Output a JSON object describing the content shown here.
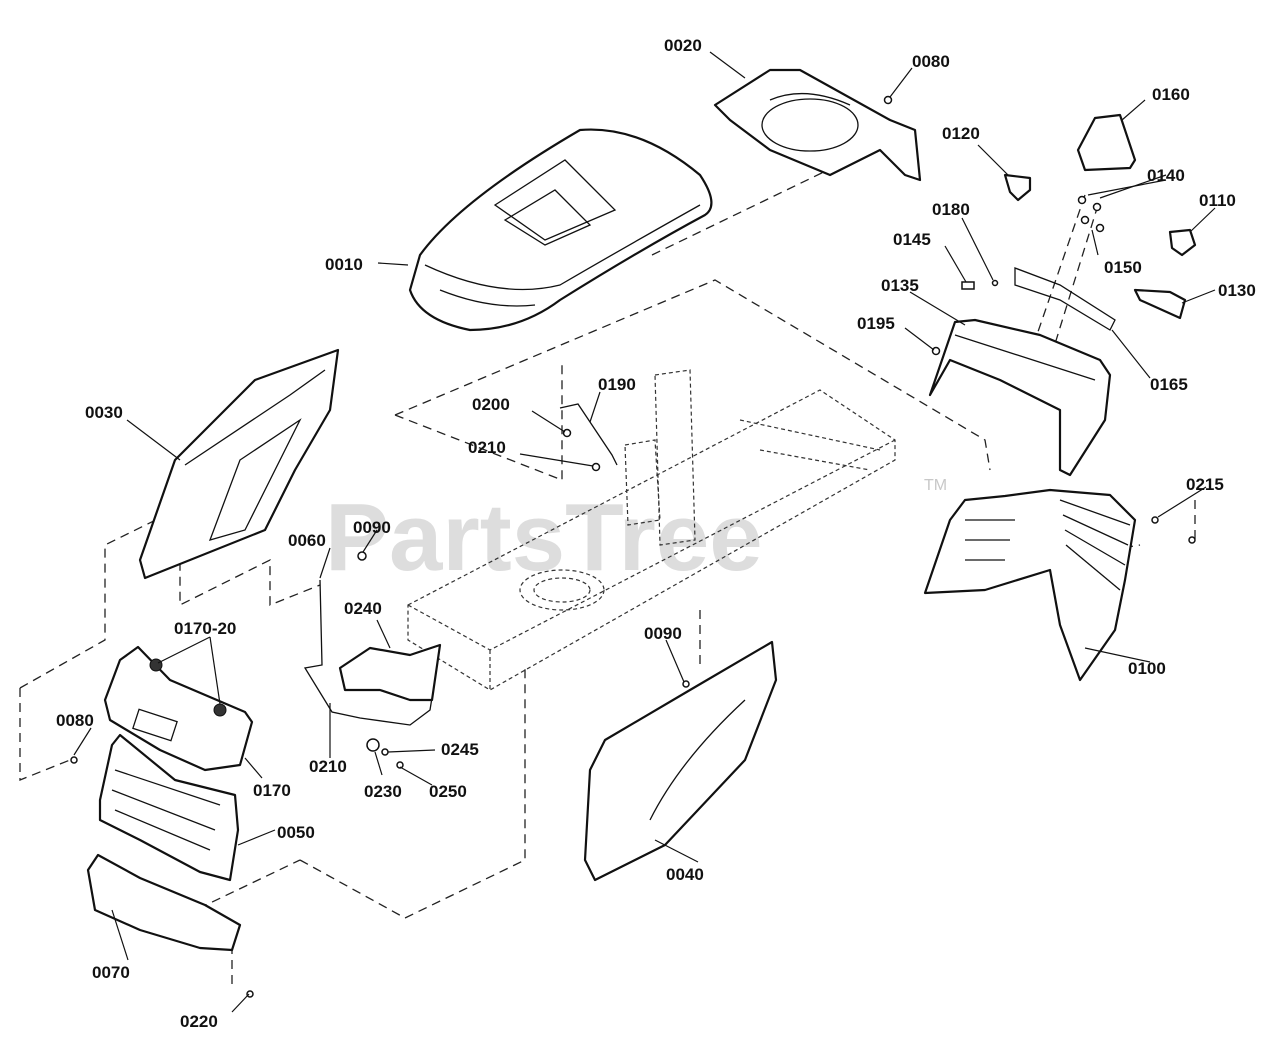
{
  "watermark": {
    "text": "PartsTree",
    "trademark": "TM"
  },
  "callouts": {
    "c0010": "0010",
    "c0020": "0020",
    "c0030": "0030",
    "c0040": "0040",
    "c0050": "0050",
    "c0060": "0060",
    "c0070": "0070",
    "c0080a": "0080",
    "c0080b": "0080",
    "c0090a": "0090",
    "c0090b": "0090",
    "c0100": "0100",
    "c0110": "0110",
    "c0120": "0120",
    "c0130": "0130",
    "c0135": "0135",
    "c0140": "0140",
    "c0145": "0145",
    "c0150": "0150",
    "c0160": "0160",
    "c0165": "0165",
    "c0170": "0170",
    "c0170_20": "0170-20",
    "c0180": "0180",
    "c0190": "0190",
    "c0195": "0195",
    "c0200": "0200",
    "c0210a": "0210",
    "c0210b": "0210",
    "c0215": "0215",
    "c0220": "0220",
    "c0230": "0230",
    "c0240": "0240",
    "c0245": "0245",
    "c0250": "0250"
  }
}
